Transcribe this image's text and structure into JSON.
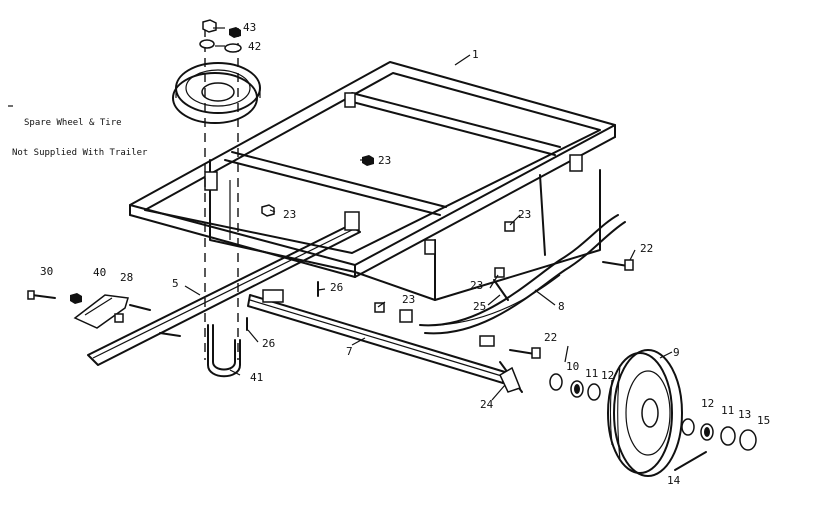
{
  "notes": {
    "spare_line1": "Spare Wheel & Tire",
    "spare_line2": "Not Supplied With Trailer"
  },
  "callouts": [
    {
      "key": "1",
      "text": "1"
    },
    {
      "key": "5",
      "text": "5"
    },
    {
      "key": "7",
      "text": "7"
    },
    {
      "key": "8",
      "text": "8"
    },
    {
      "key": "9",
      "text": "9"
    },
    {
      "key": "10",
      "text": "10"
    },
    {
      "key": "11a",
      "text": "11"
    },
    {
      "key": "11b",
      "text": "11"
    },
    {
      "key": "12a",
      "text": "12"
    },
    {
      "key": "12b",
      "text": "12"
    },
    {
      "key": "13",
      "text": "13"
    },
    {
      "key": "14",
      "text": "14"
    },
    {
      "key": "15",
      "text": "15"
    },
    {
      "key": "22a",
      "text": "22"
    },
    {
      "key": "22b",
      "text": "22"
    },
    {
      "key": "23a",
      "text": "23"
    },
    {
      "key": "23b",
      "text": "23"
    },
    {
      "key": "23c",
      "text": "23"
    },
    {
      "key": "23d",
      "text": "23"
    },
    {
      "key": "23e",
      "text": "23"
    },
    {
      "key": "24",
      "text": "24"
    },
    {
      "key": "25",
      "text": "25"
    },
    {
      "key": "26a",
      "text": "26"
    },
    {
      "key": "26b",
      "text": "26"
    },
    {
      "key": "28",
      "text": "28"
    },
    {
      "key": "30",
      "text": "30"
    },
    {
      "key": "40",
      "text": "40"
    },
    {
      "key": "41",
      "text": "41"
    },
    {
      "key": "42",
      "text": "42"
    },
    {
      "key": "43",
      "text": "43"
    }
  ]
}
